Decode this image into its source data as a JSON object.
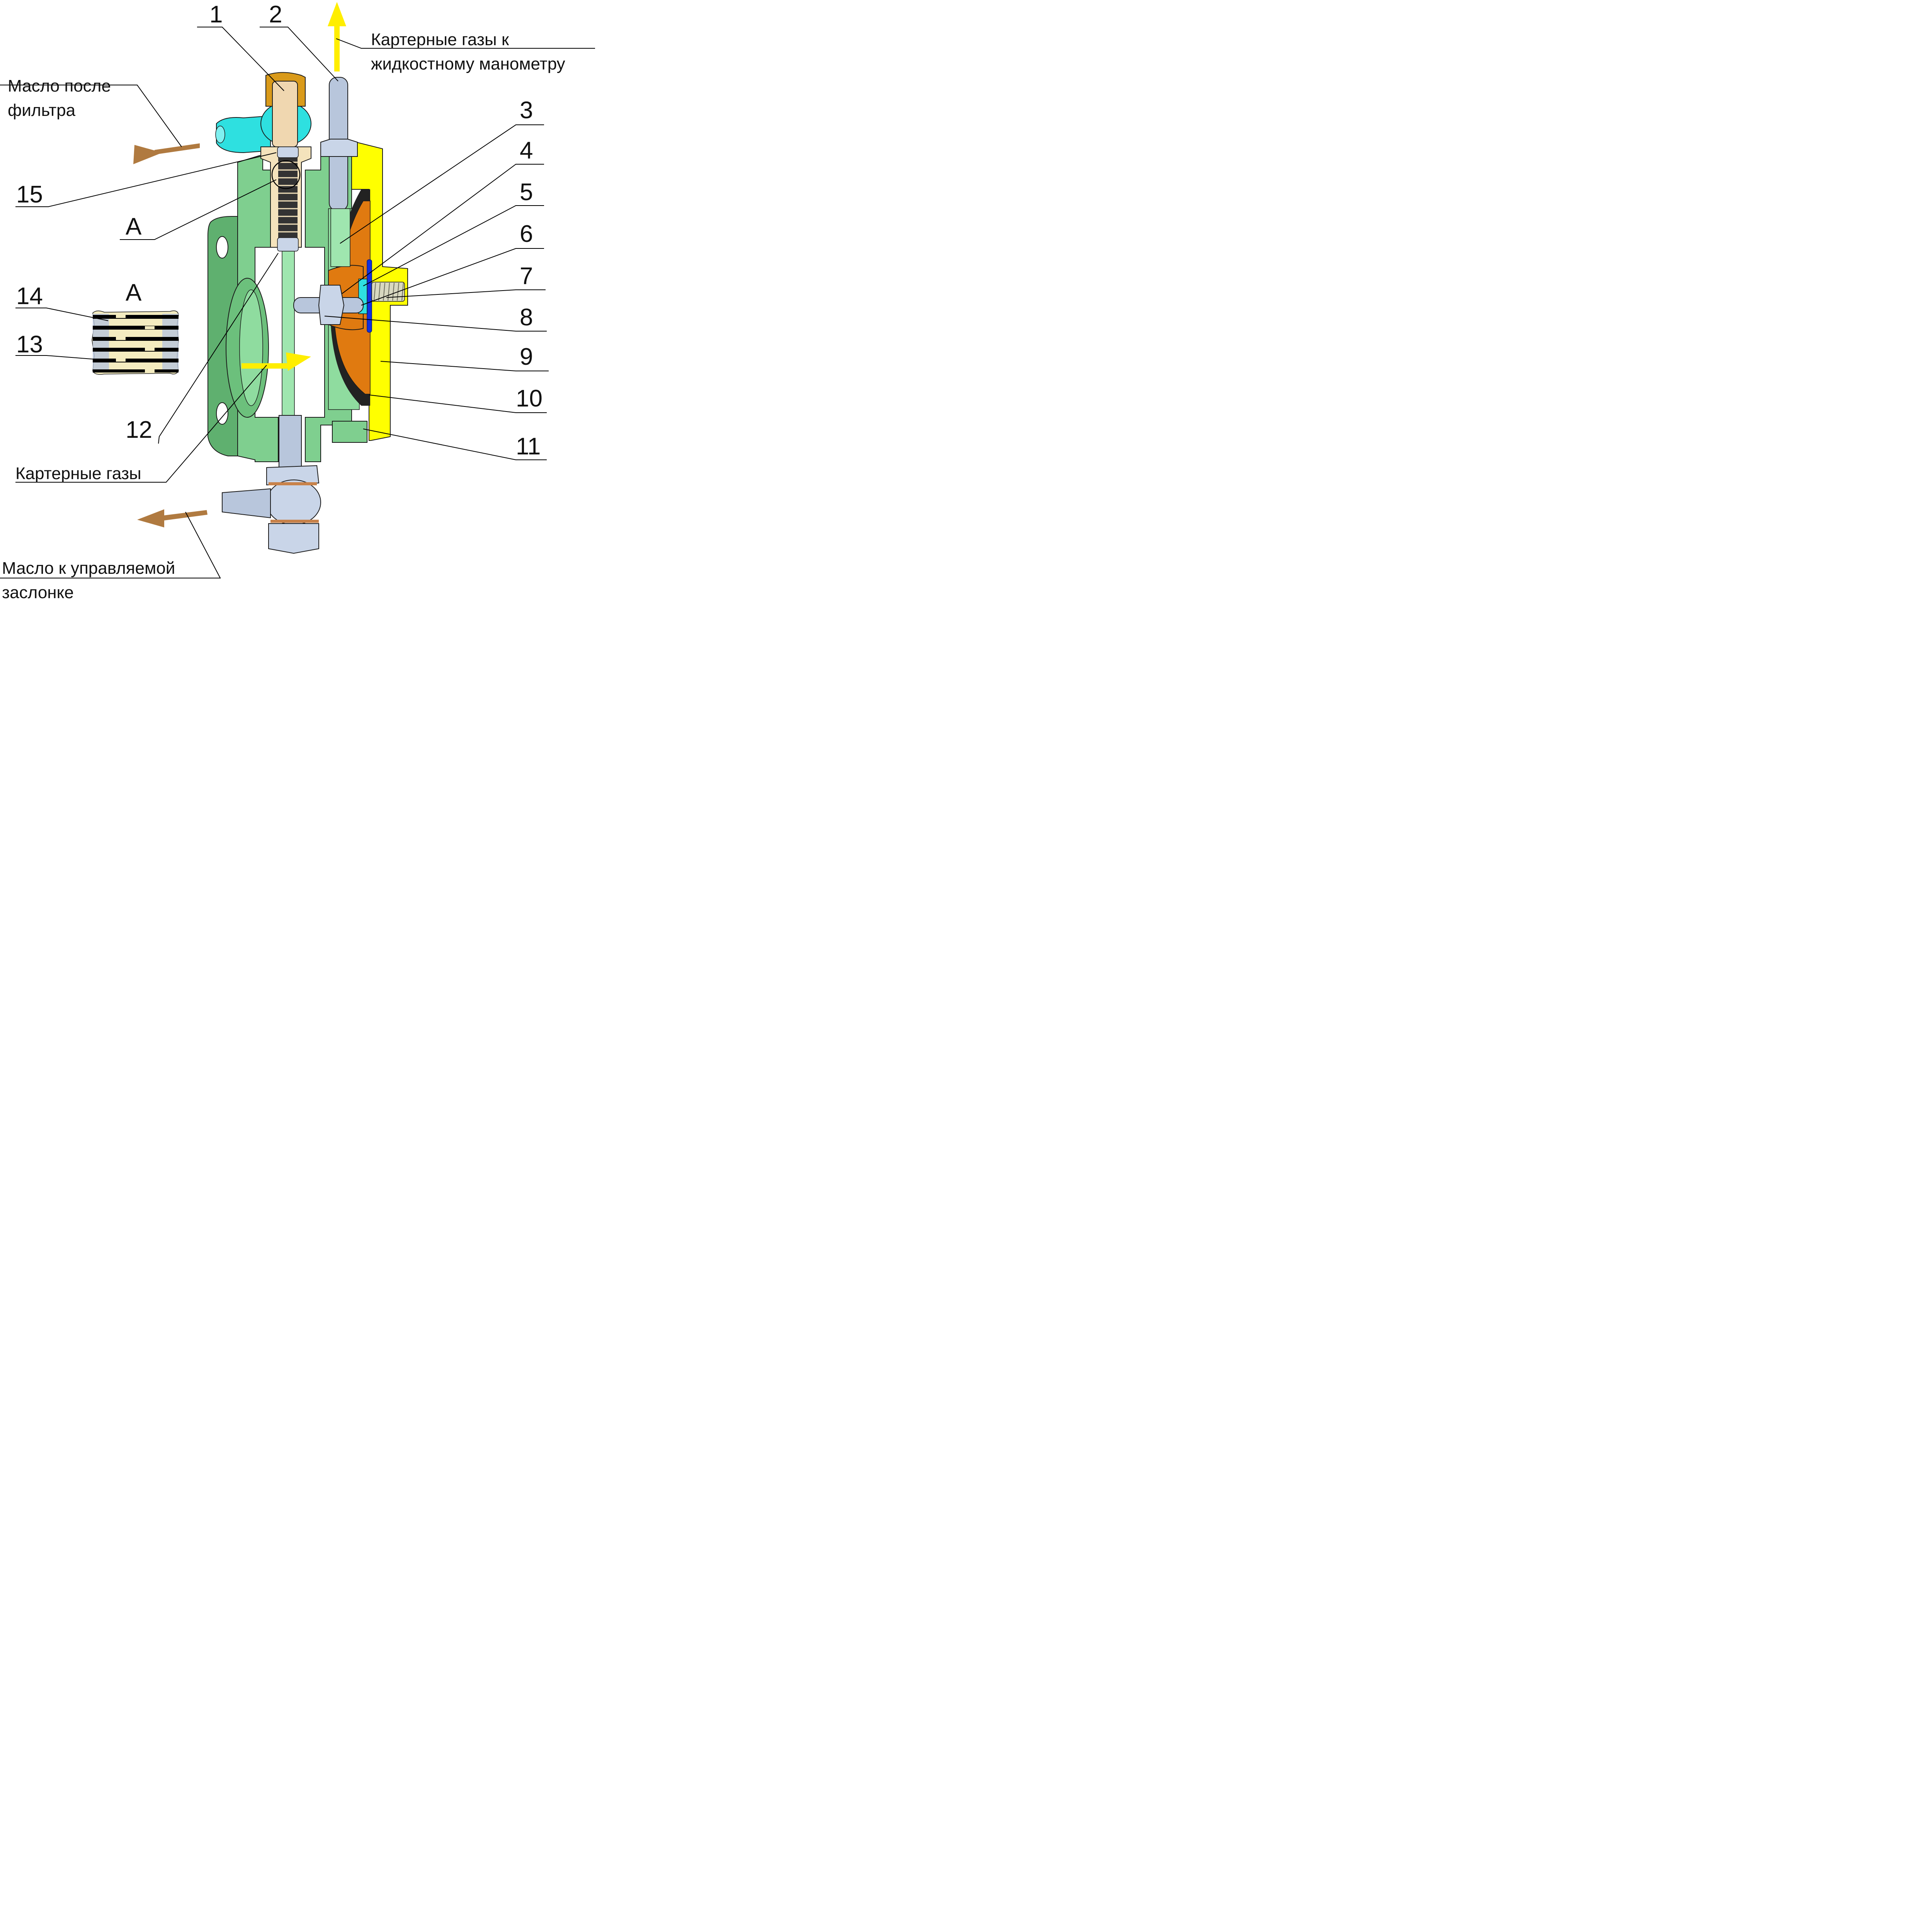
{
  "callouts": {
    "n1": "1",
    "n2": "2",
    "n3": "3",
    "n4": "4",
    "n5": "5",
    "n6": "6",
    "n7": "7",
    "n8": "8",
    "n9": "9",
    "n10": "10",
    "n11": "11",
    "n12": "12",
    "n13": "13",
    "n14": "14",
    "n15": "15"
  },
  "detail": {
    "marker": "A",
    "title": "A"
  },
  "captions": {
    "gas_to_manometer_l1": "Картерные газы к",
    "gas_to_manometer_l2": "жидкостному манометру",
    "oil_after_filter_l1": "Масло после",
    "oil_after_filter_l2": "фильтра",
    "crankcase_gases": "Картерные газы",
    "oil_to_damper_l1": "Масло к управляемой",
    "oil_to_damper_l2": "заслонке"
  },
  "colors": {
    "body": "#7fcf8f",
    "body_dark": "#5fb06f",
    "cover": "#ffff00",
    "diaphragm": "#e07a10",
    "seal": "#222222",
    "steel": "#b8c6dc",
    "cap": "#d99a1a",
    "filter": "#f4e3bc",
    "fitting": "#2ee0e0",
    "gas_arrow": "#ffee00",
    "oil_arrow": "#b07a40",
    "blue_part": "#1030e0"
  }
}
